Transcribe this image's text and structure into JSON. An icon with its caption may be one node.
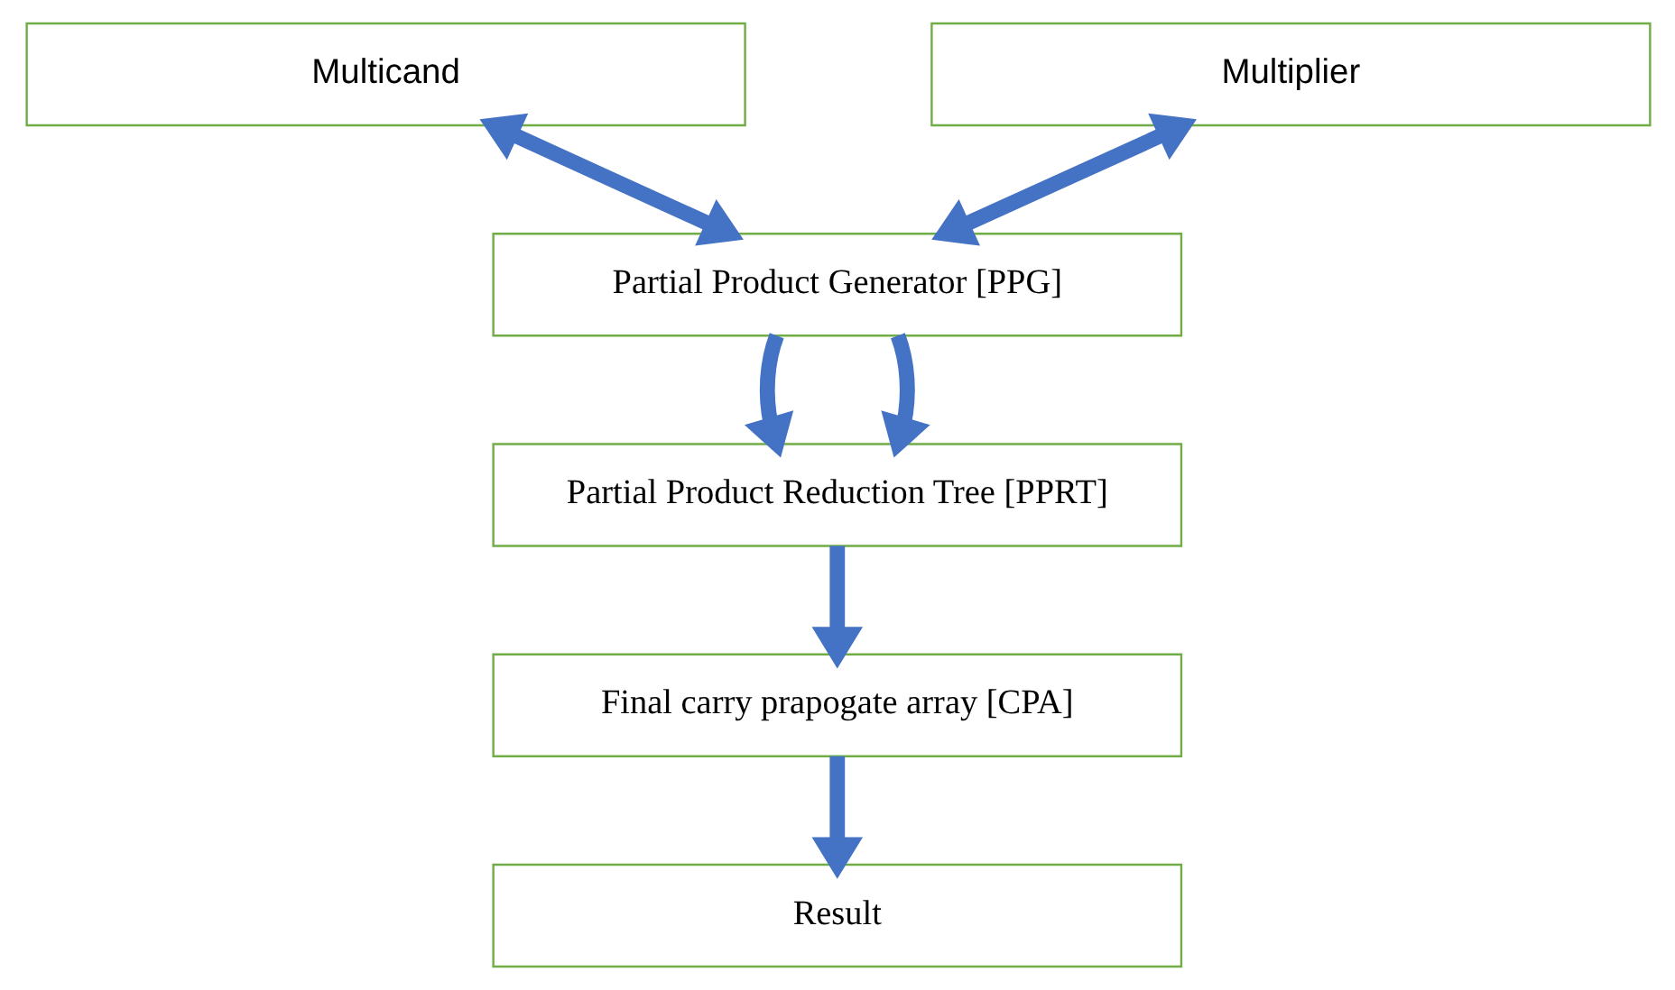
{
  "diagram": {
    "nodes": [
      {
        "text": [
          "Multicand"
        ]
      },
      {
        "text": [
          "Multiplier"
        ]
      },
      {
        "text": [
          "Partial Product Generator [PPG]"
        ]
      },
      {
        "text": [
          "Partial Product Reduction Tree [PPRT]"
        ]
      },
      {
        "text": [
          "Final carry prapogate array [CPA]"
        ]
      },
      {
        "text": [
          "Result"
        ]
      }
    ],
    "edges": [
      {
        "from": 0,
        "to": 2,
        "arrow": "both"
      },
      {
        "from": 1,
        "to": 2,
        "arrow": "both"
      },
      {
        "from": 2,
        "to": 3,
        "arrow": "to"
      },
      {
        "from": 2,
        "to": 3,
        "arrow": "to"
      },
      {
        "from": 3,
        "to": 4,
        "arrow": "to"
      },
      {
        "from": 4,
        "to": 5,
        "arrow": "to"
      }
    ]
  }
}
